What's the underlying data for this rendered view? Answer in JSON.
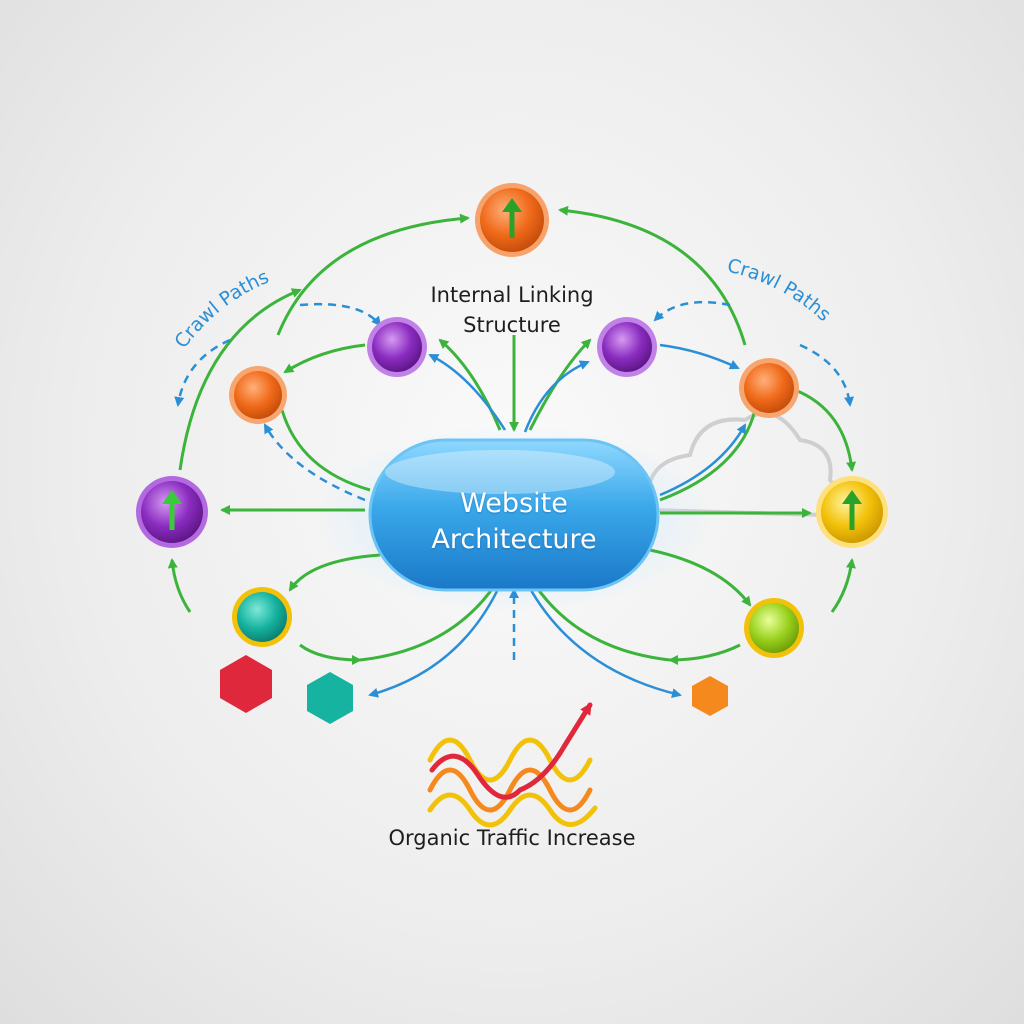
{
  "diagram": {
    "hub": {
      "line1": "Website",
      "line2": "Architecture"
    },
    "title_top": {
      "line1": "Internal Linking",
      "line2": "Structure"
    },
    "crawl_left": "Crawl Paths",
    "crawl_right": "Crawl Paths",
    "bottom_caption": "Organic Traffic Increase"
  },
  "colors": {
    "link_green": "#3cb43c",
    "crawl_blue": "#2a8fd6",
    "hub_blue": "#3aa8ea",
    "orange": "#f06a1a",
    "purple": "#8a2cc0",
    "yellow": "#f2c20a",
    "teal": "#16b3a0",
    "lime": "#9ad21e",
    "red": "#e0283c"
  },
  "icons": {
    "top_node": "up-arrow-icon",
    "left_node": "up-arrow-icon",
    "right_node": "up-arrow-icon",
    "traffic": "rising-wave-chart-icon"
  }
}
